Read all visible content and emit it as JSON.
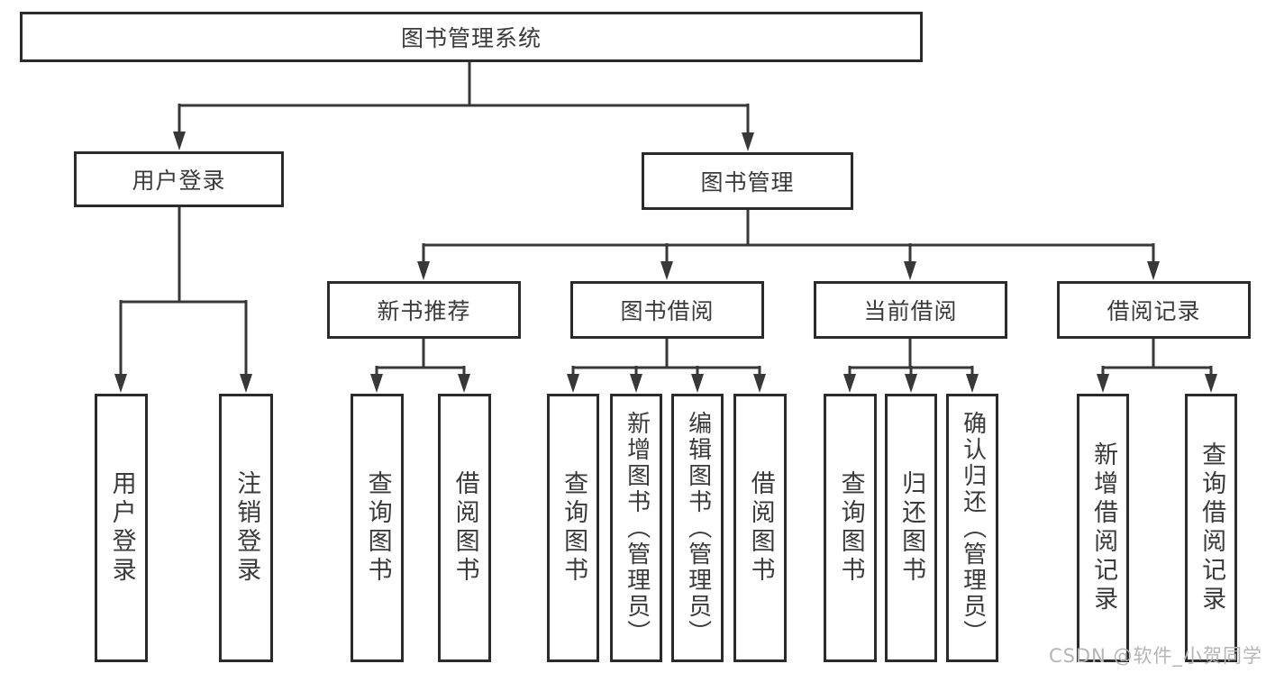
{
  "diagram": {
    "root": {
      "label": "图书管理系统"
    },
    "branches": [
      {
        "label": "用户登录",
        "children": [
          {
            "label": "用户登录"
          },
          {
            "label": "注销登录"
          }
        ]
      },
      {
        "label": "图书管理",
        "children": [
          {
            "label": "新书推荐",
            "children": [
              {
                "label": "查询图书"
              },
              {
                "label": "借阅图书"
              }
            ]
          },
          {
            "label": "图书借阅",
            "children": [
              {
                "label": "查询图书"
              },
              {
                "label": "新增图书（管理员）"
              },
              {
                "label": "编辑图书（管理员）"
              },
              {
                "label": "借阅图书"
              }
            ]
          },
          {
            "label": "当前借阅",
            "children": [
              {
                "label": "查询图书"
              },
              {
                "label": "归还图书"
              },
              {
                "label": "确认归还（管理员）"
              }
            ]
          },
          {
            "label": "借阅记录",
            "children": [
              {
                "label": "新增借阅记录"
              },
              {
                "label": "查询借阅记录"
              }
            ]
          }
        ]
      }
    ],
    "watermark": "CSDN @软件_小贺同学",
    "colors": {
      "border": "#2b2b2b",
      "line": "#383838",
      "text": "#3a3a3a",
      "watermark": "#b5b5b5",
      "background": "#ffffff"
    }
  }
}
